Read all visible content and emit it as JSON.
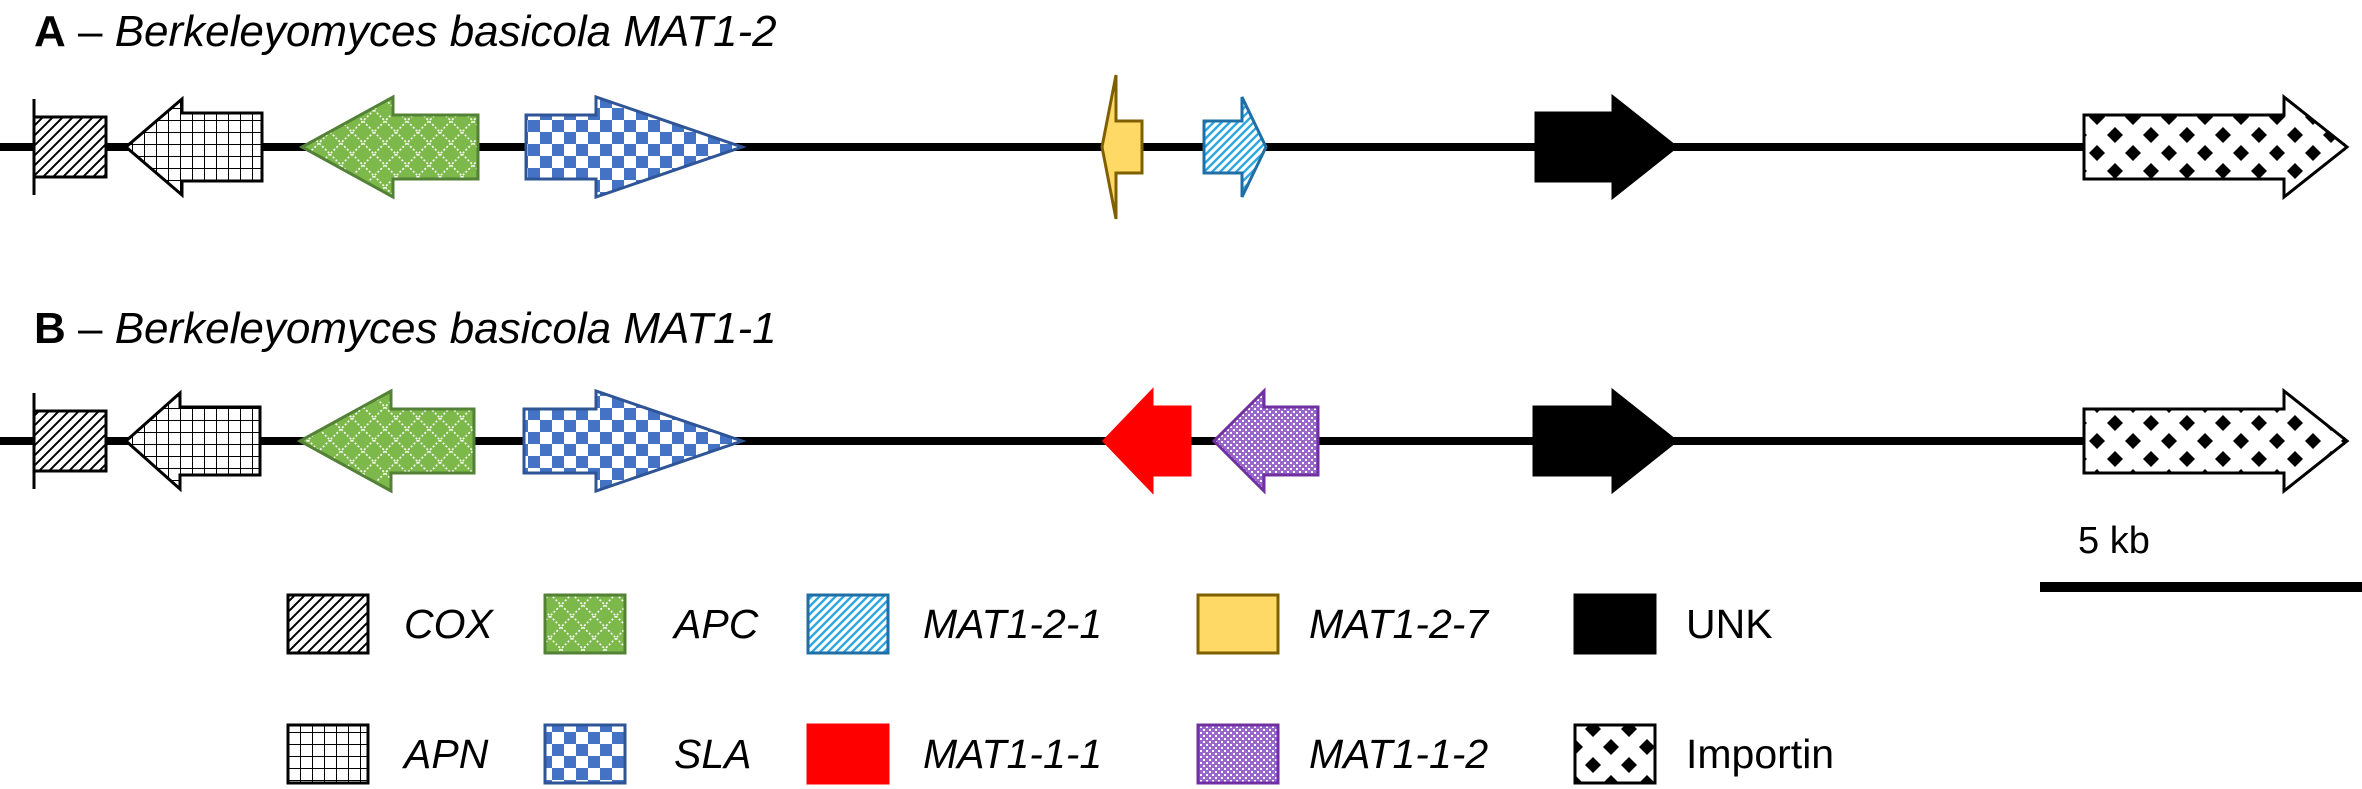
{
  "panels": [
    {
      "id": "A",
      "letter": "A",
      "dash": " – ",
      "organism": "Berkeleyomyces basicola MAT1-2",
      "genes": [
        {
          "type": "COX",
          "dir": "left"
        },
        {
          "type": "APN",
          "dir": "left"
        },
        {
          "type": "APC",
          "dir": "left"
        },
        {
          "type": "SLA",
          "dir": "right"
        },
        {
          "type": "MAT1-2-7",
          "dir": "left"
        },
        {
          "type": "MAT1-2-1",
          "dir": "right"
        },
        {
          "type": "UNK",
          "dir": "right"
        },
        {
          "type": "Importin",
          "dir": "right"
        }
      ]
    },
    {
      "id": "B",
      "letter": "B",
      "dash": " – ",
      "organism": "Berkeleyomyces basicola MAT1-1",
      "genes": [
        {
          "type": "COX",
          "dir": "left"
        },
        {
          "type": "APN",
          "dir": "left"
        },
        {
          "type": "APC",
          "dir": "left"
        },
        {
          "type": "SLA",
          "dir": "right"
        },
        {
          "type": "MAT1-1-1",
          "dir": "left"
        },
        {
          "type": "MAT1-1-2",
          "dir": "left"
        },
        {
          "type": "UNK",
          "dir": "right"
        },
        {
          "type": "Importin",
          "dir": "right"
        }
      ]
    }
  ],
  "scale_bar": {
    "label": "5 kb"
  },
  "legend": [
    {
      "type": "COX",
      "label": "COX",
      "italic": true
    },
    {
      "type": "APC",
      "label": "APC",
      "italic": true
    },
    {
      "type": "MAT1-2-1",
      "label": "MAT1-2-1",
      "italic": true
    },
    {
      "type": "MAT1-2-7",
      "label": "MAT1-2-7",
      "italic": true
    },
    {
      "type": "UNK",
      "label": "UNK",
      "italic": false
    },
    {
      "type": "APN",
      "label": "APN",
      "italic": true
    },
    {
      "type": "SLA",
      "label": "SLA",
      "italic": true
    },
    {
      "type": "MAT1-1-1",
      "label": "MAT1-1-1",
      "italic": true
    },
    {
      "type": "MAT1-1-2",
      "label": "MAT1-1-2",
      "italic": true
    },
    {
      "type": "Importin",
      "label": "Importin",
      "italic": false
    }
  ],
  "styles": {
    "COX": {
      "fill": "url(#p-cox)",
      "stroke": "#000000"
    },
    "APN": {
      "fill": "url(#p-apn)",
      "stroke": "#000000"
    },
    "APC": {
      "fill": "url(#p-apc)",
      "stroke": "#538135"
    },
    "SLA": {
      "fill": "url(#p-sla)",
      "stroke": "#2F5597"
    },
    "MAT1-2-1": {
      "fill": "url(#p-m121)",
      "stroke": "#1F6FA6"
    },
    "MAT1-2-7": {
      "fill": "#FFD966",
      "stroke": "#7F6000"
    },
    "MAT1-1-1": {
      "fill": "#FF0000",
      "stroke": "#FF0000"
    },
    "MAT1-1-2": {
      "fill": "url(#p-m112)",
      "stroke": "#7030A0"
    },
    "UNK": {
      "fill": "#000000",
      "stroke": "#000000"
    },
    "Importin": {
      "fill": "url(#p-imp)",
      "stroke": "#000000"
    }
  }
}
